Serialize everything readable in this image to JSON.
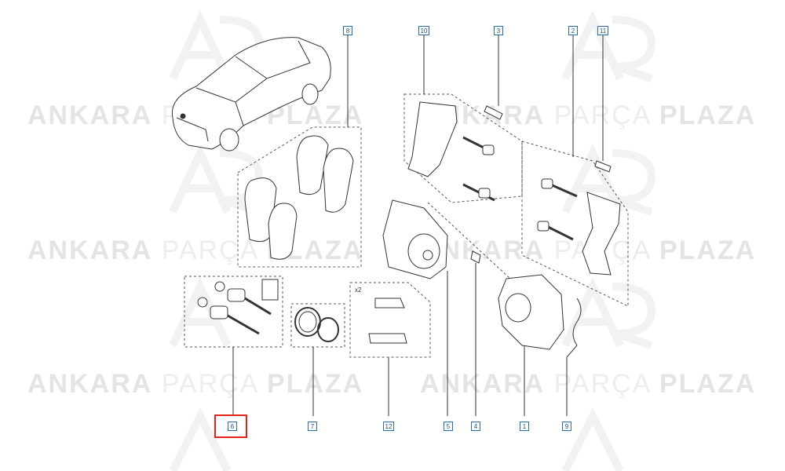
{
  "watermark": {
    "text_bold_1": "ANKARA",
    "text_light": "PARÇA",
    "text_bold_2": "PLAZA",
    "color": "#e6e6e6"
  },
  "callouts": {
    "c1": "1",
    "c2": "2",
    "c3": "3",
    "c4": "4",
    "c5": "5",
    "c6": "6",
    "c7": "7",
    "c8": "8",
    "c9": "9",
    "c10": "10",
    "c11": "11",
    "c12": "12"
  },
  "selected_callout": "6",
  "quantity_label": "x2",
  "colors": {
    "callout_border": "#2a6fa8",
    "highlight": "#e2231a",
    "drawing": "#333333"
  }
}
